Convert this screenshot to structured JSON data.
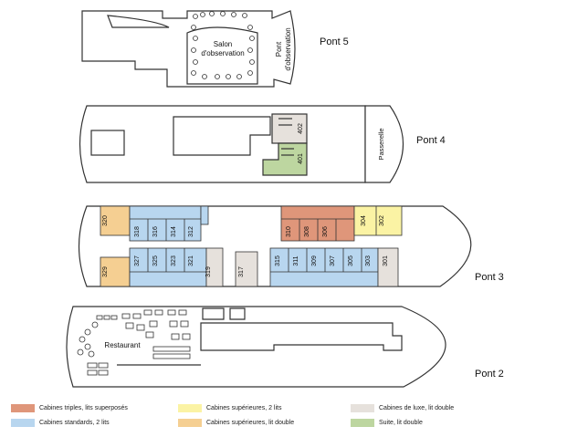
{
  "decks": {
    "pont5": {
      "label": "Pont 5",
      "salon": [
        "Salon",
        "d'observation"
      ],
      "pont_obs": [
        "Pont",
        "d'observation"
      ]
    },
    "pont4": {
      "label": "Pont 4",
      "passerelle": "Passerelle",
      "cabins": [
        "402",
        "401"
      ]
    },
    "pont3": {
      "label": "Pont 3",
      "top_row": [
        "320",
        "318",
        "316",
        "314",
        "312",
        "310",
        "308",
        "306",
        "304",
        "302"
      ],
      "bottom_row": [
        "329",
        "327",
        "325",
        "323",
        "321",
        "319",
        "317",
        "315",
        "311",
        "309",
        "307",
        "305",
        "303",
        "301"
      ]
    },
    "pont2": {
      "label": "Pont 2",
      "restaurant": "Restaurant"
    }
  },
  "legend": [
    {
      "label": "Cabines triples, lits superposés",
      "color": "#df967a"
    },
    {
      "label": "Cabines supérieures, 2 lits",
      "color": "#fbf3a4"
    },
    {
      "label": "Cabines de luxe, lit double",
      "color": "#e6e1dc"
    },
    {
      "label": "Cabines standards, 2 lits",
      "color": "#b8d6ef"
    },
    {
      "label": "Cabines supérieures, lit double",
      "color": "#f5cf92"
    },
    {
      "label": "Suite, lit double",
      "color": "#bdd6a0"
    }
  ]
}
